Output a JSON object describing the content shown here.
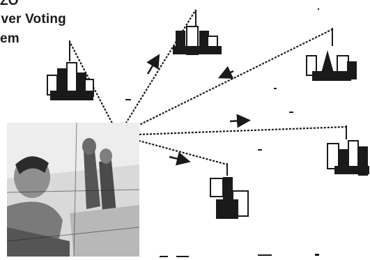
{
  "title_lines": [
    "ZO",
    "iver Voting",
    "em"
  ],
  "nodes": [
    {
      "id": "building-cluster-top-center",
      "type": "building"
    },
    {
      "id": "building-cluster-top-right",
      "type": "building"
    },
    {
      "id": "building-cluster-left",
      "type": "building"
    },
    {
      "id": "building-cluster-right",
      "type": "building"
    },
    {
      "id": "building-cluster-bottom-center",
      "type": "building"
    }
  ],
  "photo": {
    "subject": "person-voting-photo"
  },
  "colors": {
    "ink": "#1a1a1a",
    "paper": "#ffffff",
    "shadow": "#2b2b2b",
    "photo_gray": "#9a9a9a"
  }
}
